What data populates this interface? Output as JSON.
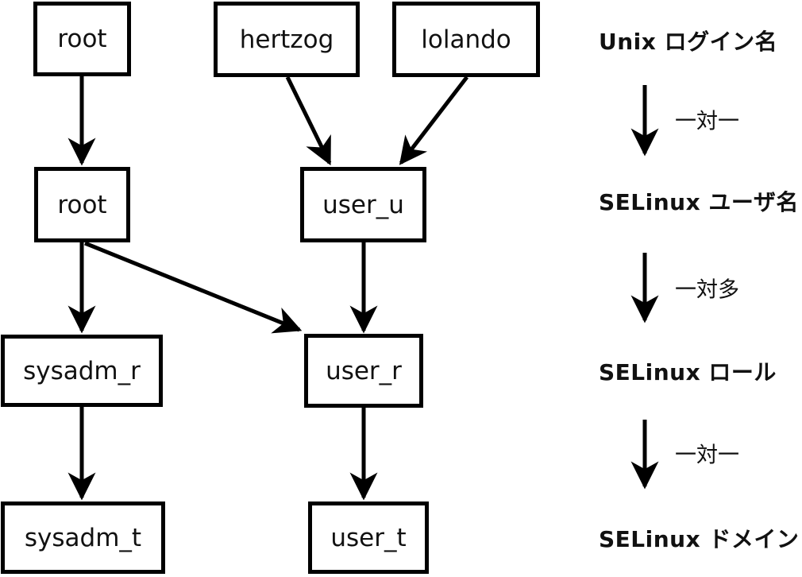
{
  "diagram": {
    "nodes": [
      {
        "id": "unix-login-root",
        "label": "root"
      },
      {
        "id": "unix-login-hertzog",
        "label": "hertzog"
      },
      {
        "id": "unix-login-lolando",
        "label": "lolando"
      },
      {
        "id": "selinux-user-root",
        "label": "root"
      },
      {
        "id": "selinux-user-user_u",
        "label": "user_u"
      },
      {
        "id": "role-sysadm_r",
        "label": "sysadm_r"
      },
      {
        "id": "role-user_r",
        "label": "user_r"
      },
      {
        "id": "domain-sysadm_t",
        "label": "sysadm_t"
      },
      {
        "id": "domain-user_t",
        "label": "user_t"
      }
    ],
    "edges": [
      {
        "from": "unix-login-root",
        "to": "selinux-user-root"
      },
      {
        "from": "unix-login-hertzog",
        "to": "selinux-user-user_u"
      },
      {
        "from": "unix-login-lolando",
        "to": "selinux-user-user_u"
      },
      {
        "from": "selinux-user-root",
        "to": "role-sysadm_r"
      },
      {
        "from": "selinux-user-root",
        "to": "role-user_r"
      },
      {
        "from": "selinux-user-user_u",
        "to": "role-user_r"
      },
      {
        "from": "role-sysadm_r",
        "to": "domain-sysadm_t"
      },
      {
        "from": "role-user_r",
        "to": "domain-user_t"
      }
    ]
  },
  "legend": {
    "levels": [
      {
        "label": "Unix ログイン名"
      },
      {
        "label": "SELinux ユーザ名"
      },
      {
        "label": "SELinux ロール"
      },
      {
        "label": "SELinux ドメイン"
      }
    ],
    "relations": [
      {
        "label": "一対一"
      },
      {
        "label": "一対多"
      },
      {
        "label": "一対一"
      }
    ]
  },
  "colors": {
    "background": "#ffffff",
    "line": "#000000",
    "text": "#111111"
  }
}
